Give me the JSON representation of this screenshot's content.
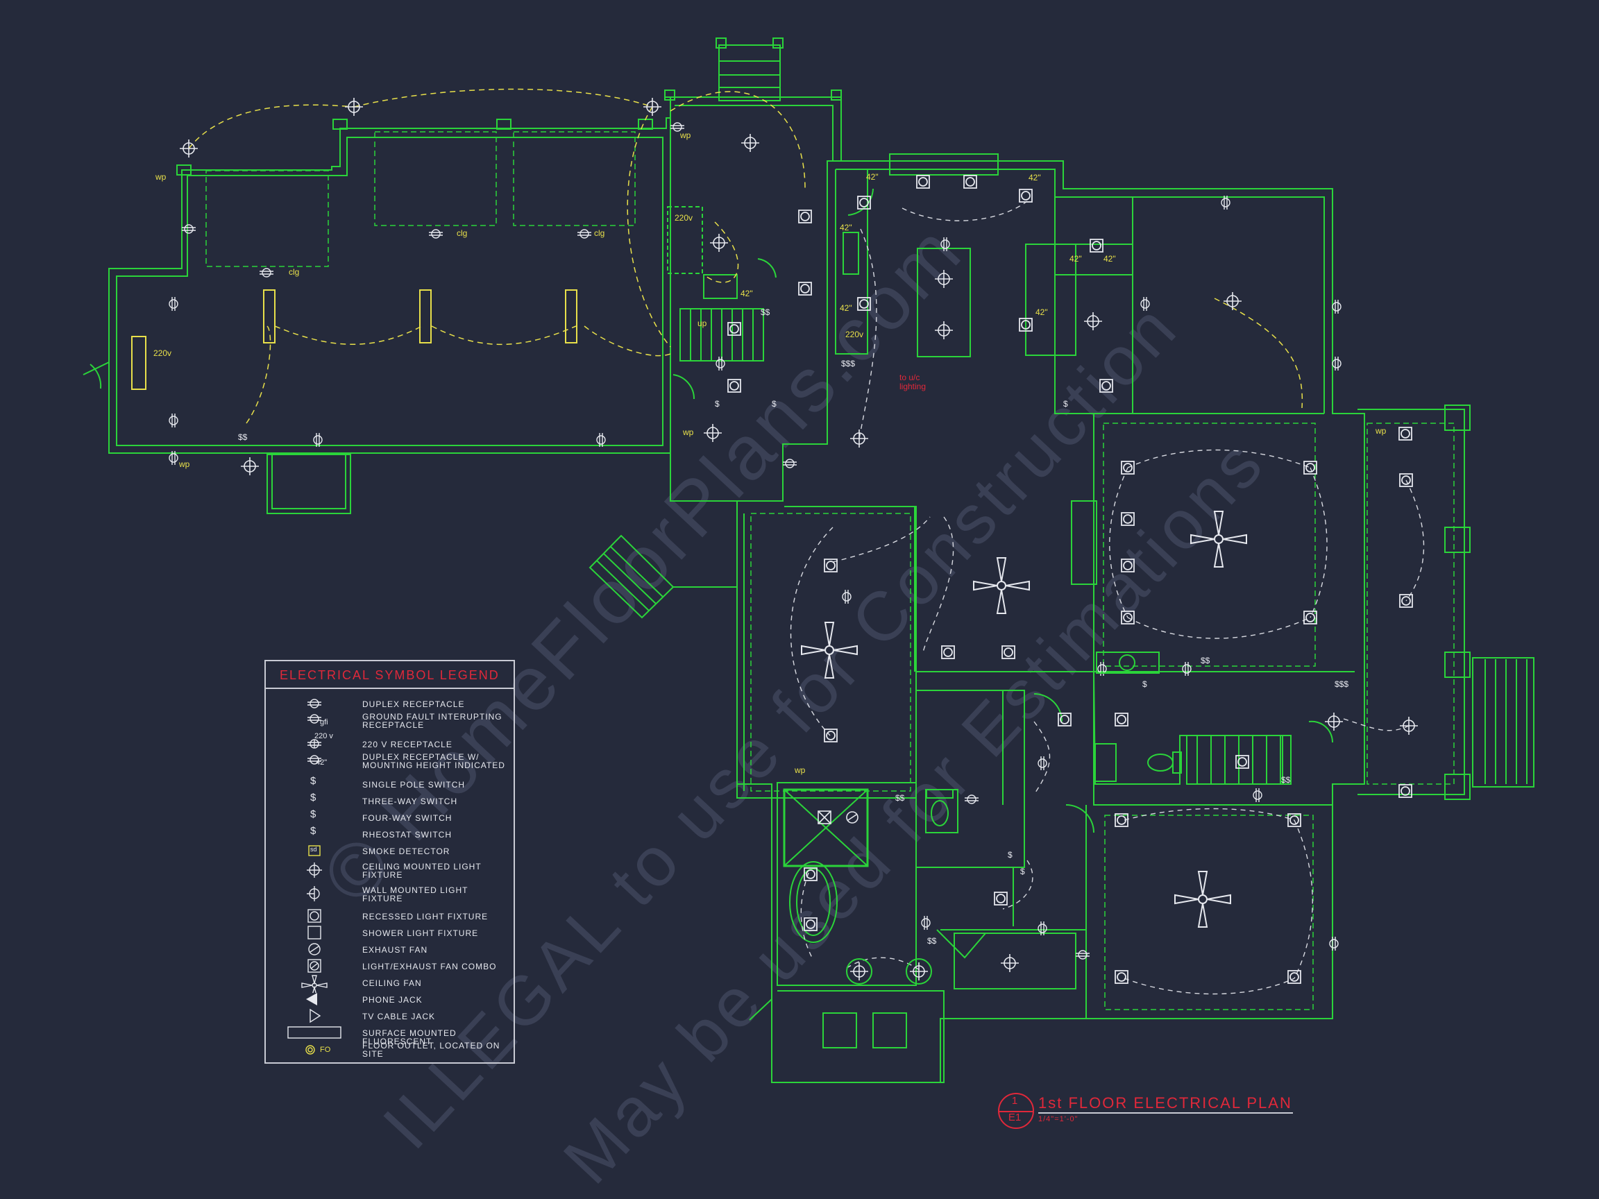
{
  "watermark": {
    "line1": "© HomeFloorPlans.com",
    "line2": "ILLEGAL to use for Construction",
    "line3": "May be used for Estimations"
  },
  "legend": {
    "title": "ELECTRICAL SYMBOL LEGEND",
    "items": [
      {
        "symbol": "duplex-receptacle-icon",
        "label": "DUPLEX RECEPTACLE"
      },
      {
        "symbol": "gfi-receptacle-icon",
        "label": "GROUND FAULT INTERUPTING RECEPTACLE",
        "tag": "gfi"
      },
      {
        "symbol": "220v-receptacle-icon",
        "label": "220 V RECEPTACLE",
        "tag": "220 v"
      },
      {
        "symbol": "receptacle-height-icon",
        "label": "DUPLEX RECEPTACLE W/ MOUNTING HEIGHT INDICATED",
        "tag": "42\""
      },
      {
        "symbol": "single-pole-switch-icon",
        "label": "SINGLE POLE SWITCH"
      },
      {
        "symbol": "three-way-switch-icon",
        "label": "THREE-WAY SWITCH"
      },
      {
        "symbol": "four-way-switch-icon",
        "label": "FOUR-WAY SWITCH"
      },
      {
        "symbol": "rheostat-switch-icon",
        "label": "RHEOSTAT SWITCH"
      },
      {
        "symbol": "smoke-detector-icon",
        "label": "SMOKE DETECTOR",
        "tag": "sd"
      },
      {
        "symbol": "ceiling-light-icon",
        "label": "CEILING MOUNTED LIGHT FIXTURE"
      },
      {
        "symbol": "wall-light-icon",
        "label": "WALL MOUNTED LIGHT FIXTURE"
      },
      {
        "symbol": "recessed-light-icon",
        "label": "RECESSED LIGHT FIXTURE"
      },
      {
        "symbol": "shower-light-icon",
        "label": "SHOWER LIGHT FIXTURE"
      },
      {
        "symbol": "exhaust-fan-icon",
        "label": "EXHAUST FAN"
      },
      {
        "symbol": "light-exhaust-fan-icon",
        "label": "LIGHT/EXHAUST FAN COMBO"
      },
      {
        "symbol": "ceiling-fan-icon",
        "label": "CEILING FAN"
      },
      {
        "symbol": "phone-jack-icon",
        "label": "PHONE JACK"
      },
      {
        "symbol": "tv-cable-jack-icon",
        "label": "TV CABLE JACK"
      },
      {
        "symbol": "fluorescent-icon",
        "label": "SURFACE MOUNTED FLUORESCENT"
      },
      {
        "symbol": "floor-outlet-icon",
        "label": "FLOOR OUTLET, LOCATED ON SITE",
        "tag": "FO"
      }
    ]
  },
  "title_block": {
    "number": "1",
    "sheet": "E1",
    "title": "1st FLOOR ELECTRICAL PLAN",
    "scale": "1/4\"=1'-0\""
  },
  "annotations": {
    "wp": "wp",
    "clg": "clg",
    "v220": "220v",
    "h42": "42\"",
    "up": "up",
    "uc_lighting": "to u/c lighting",
    "sw1": "$",
    "sw2": "$$",
    "sw3": "$$$"
  },
  "colors": {
    "background": "#252a3b",
    "walls": "#2bd43a",
    "wiring_yellow": "#e8e04a",
    "wiring_white": "#d7d9e0",
    "annotation_red": "#e0283a",
    "fixture_white": "#e6e8ee"
  }
}
